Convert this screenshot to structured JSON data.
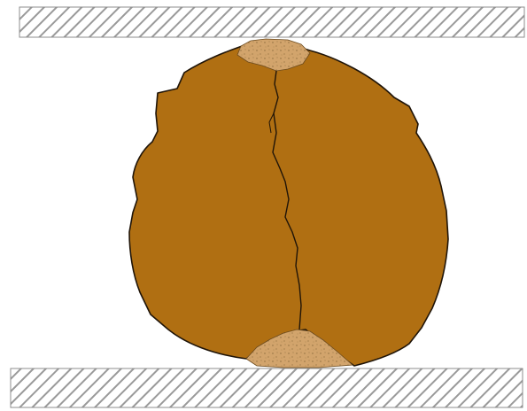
{
  "colors": {
    "platen_base": "#ffffff",
    "platen_hatch": "#9a9a9a",
    "platen_border": "#8c8c8c",
    "specimen_fill": "#b06f12",
    "specimen_outline": "#1f1408",
    "crushed_zone_fill": "#d2a46c",
    "crushed_zone_speckle": "#8a6a3a",
    "crack_stroke": "#1f1408"
  },
  "icons": {
    "top_platen": "hatched-bar",
    "bottom_platen": "hatched-bar",
    "specimen": "irregular-rock-lump",
    "crack": "vertical-fracture-line",
    "crushed_zone_top": "crushed-contact-zone",
    "crushed_zone_bottom": "crushed-contact-zone"
  }
}
